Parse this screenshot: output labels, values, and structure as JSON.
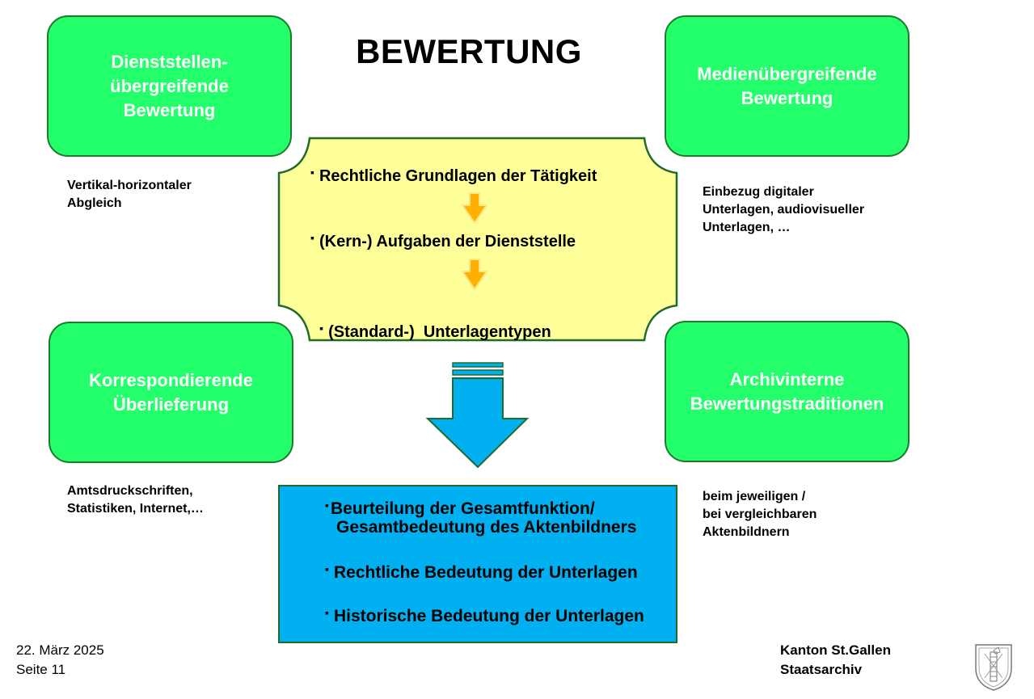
{
  "title": "BEWERTUNG",
  "boxes": {
    "top_left": "Dienststellen-\nübergreifende\nBewertung",
    "top_right": "Medienübergreifende\nBewertung",
    "bottom_left": "Korrespondierende\nÜberlieferung",
    "bottom_right": "Archivinterne\nBewertungstraditionen"
  },
  "notes": {
    "top_left": "Vertikal-horizontaler\nAbgleich",
    "top_right": "Einbezug digitaler\nUnterlagen, audiovisueller\nUnterlagen, …",
    "bottom_left": "Amtsdruckschriften,\nStatistiken, Internet,…",
    "bottom_right": "beim jeweiligen /\nbei vergleichbaren\nAktenbildnern"
  },
  "center": {
    "items": [
      "Rechtliche Grundlagen der Tätigkeit",
      "(Kern-) Aufgaben der Dienststelle",
      "(Standard-)  Unterlagentypen"
    ]
  },
  "result": {
    "line1a": "Beurteilung der Gesamtfunktion/",
    "line1b": "Gesamtbedeutung des Aktenbildners",
    "line2": "Rechtliche Bedeutung der Unterlagen",
    "line3": "Historische Bedeutung der Unterlagen"
  },
  "footer": {
    "date": "22. März 2025",
    "page": "Seite 11",
    "org1": "Kanton St.Gallen",
    "org2": "Staatsarchiv"
  },
  "colors": {
    "green_box": "#22ff6a",
    "yellow_box": "#ffff99",
    "blue": "#00b0f0",
    "arrow_small": "#ffb000"
  }
}
